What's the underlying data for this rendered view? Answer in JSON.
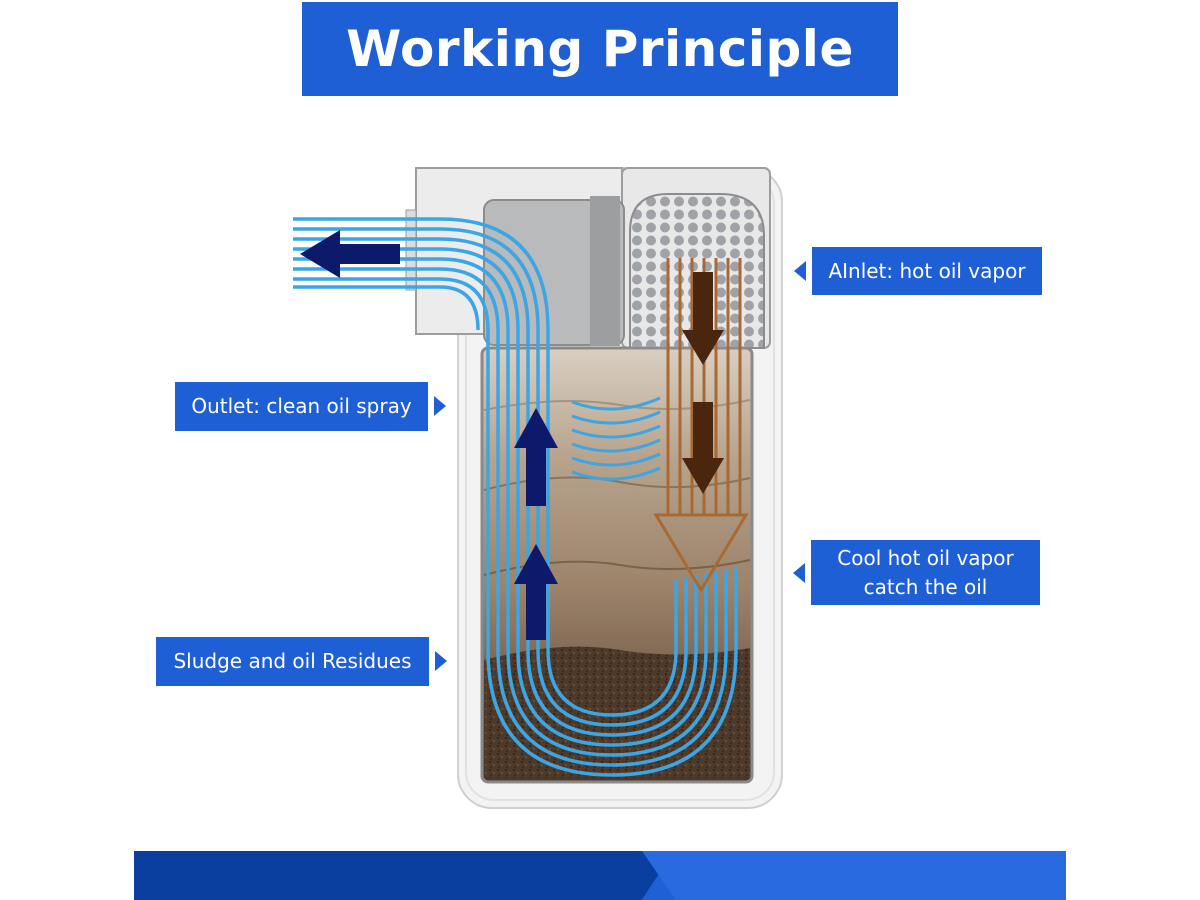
{
  "title": "Working Principle",
  "callouts": {
    "inlet": "AInlet: hot oil vapor",
    "outlet": "Outlet: clean oil spray",
    "cool_line1": "Cool hot oil vapor",
    "cool_line2": "catch the oil",
    "sludge": "Sludge and oil Residues"
  },
  "colors": {
    "banner": "#1e5fd6",
    "clean_flow": "#3aa6e6",
    "clean_arrow": "#0d1a6b",
    "vapor_flow": "#a86a32",
    "vapor_arrow": "#4a260e",
    "oil_light": "#c7b8a6",
    "oil_dark": "#5a4532"
  }
}
